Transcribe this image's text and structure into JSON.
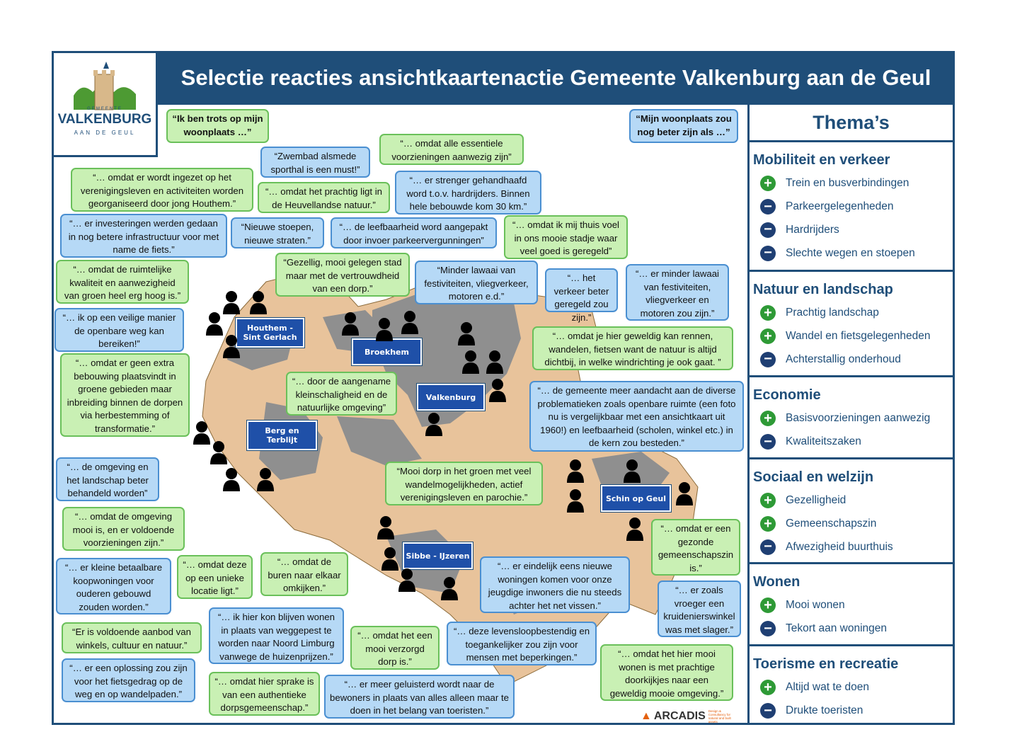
{
  "title": "Selectie reacties ansichtkaartenactie Gemeente Valkenburg aan de Geul",
  "logo": {
    "small": "GEMEENTE",
    "main": "VALKENBURG",
    "sub": "AAN DE GEUL"
  },
  "header_bubbles": {
    "left": "“Ik ben trots op mijn woonplaats …”",
    "right": "“Mijn woonplaats zou nog beter zijn als …”"
  },
  "towns": [
    "Houthem - Sint Gerlach",
    "Broekhem",
    "Valkenburg",
    "Berg en Terblijt",
    "Schin op Geul",
    "Sibbe - IJzeren"
  ],
  "quotes": [
    "“… omdat er wordt ingezet op het verenigingsleven en activiteiten worden georganiseerd door jong Houthem.”",
    "“… er investeringen werden gedaan in nog betere infrastructuur voor met name de fiets.”",
    "“Zwembad alsmede sporthal is een must!”",
    "“… omdat alle essentiele voorzieningen aanwezig zijn”",
    "“… omdat het prachtig ligt in de Heuvellandse natuur.”",
    "“… er strenger gehandhaafd word t.o.v. hardrijders. Binnen hele bebouwde kom 30 km.”",
    "“Nieuwe stoepen, nieuwe straten.”",
    "“… de leefbaarheid word aangepakt door invoer parkeervergunningen”",
    "“… omdat ik mij thuis voel in ons mooie stadje waar veel goed is geregeld”",
    "“… omdat de ruimtelijke kwaliteit en aanwezigheid van groen heel erg hoog is.”",
    "“Gezellig, mooi gelegen stad maar met de vertrouwdheid van een dorp.”",
    "“Minder lawaai van festiviteiten, vliegverkeer, motoren e.d.”",
    "“… het verkeer beter geregeld zou zijn.”",
    "“… er minder lawaai van festiviteiten, vliegverkeer en motoren zou zijn.”",
    "“… ik op een veilige manier de openbare weg kan bereiken!”",
    "“… omdat je hier geweldig kan rennen, wandelen, fietsen want de natuur is altijd dichtbij, in welke windrichting je ook gaat. ”",
    "“… omdat er geen extra bebouwing plaatsvindt in groene gebieden maar inbreiding binnen de dorpen via herbestemming of transformatie.”",
    "“… door de aangename kleinschaligheid en de natuurlijke omgeving”",
    "“… de gemeente meer aandacht aan de diverse problematieken zoals openbare ruimte (een foto nu is vergelijkbaar met een ansichtkaart uit 1960!) en leefbaarheid (scholen, winkel etc.) in de kern zou besteden.”",
    "“… de omgeving en het landschap beter behandeld worden”",
    "“Mooi dorp in het groen met veel wandelmogelijkheden, actief verenigingsleven en parochie.”",
    "“… omdat de omgeving mooi is, en er voldoende voorzieningen zijn.”",
    "“… omdat er een gezonde gemeenschapszin is.”",
    "“… er kleine betaalbare koopwoningen voor ouderen gebouwd zouden worden.”",
    "“… omdat deze op een unieke locatie ligt.”",
    "“… omdat de buren naar elkaar omkijken.”",
    "“… er eindelijk eens nieuwe woningen komen voor onze jeugdige inwoners die nu steeds achter het net vissen.”",
    "“… er zoals vroeger een kruideniers­winkel was met slager.”",
    "“Er is voldoende aanbod van winkels, cultuur en natuur.”",
    "“… ik hier kon blijven wonen in plaats van weggepest te worden naar Noord Limburg vanwege de huizenprijzen.”",
    "“… omdat het een mooi verzorgd dorp is.”",
    "“… deze levensloopbestendig en toegankelijker zou zijn voor mensen met beperkingen.”",
    "“… omdat het hier mooi wonen is met prachtige doorkijkjes naar een geweldig mooie omgeving.”",
    "“… er een oplossing zou zijn voor het fietsgedrag op de weg en op wandelpaden.”",
    "“… omdat hier sprake is van een authentieke dorpsgemeenschap.”",
    "“… er meer geluisterd wordt naar de bewoners in plaats van alles alleen maar te doen in het belang van toeristen.”"
  ],
  "themes": {
    "header": "Thema’s",
    "sections": [
      {
        "title": "Mobiliteit en verkeer",
        "items": [
          {
            "label": "Trein en busverbindingen",
            "sign": "plus"
          },
          {
            "label": "Parkeergelegenheden",
            "sign": "minus"
          },
          {
            "label": "Hardrijders",
            "sign": "minus"
          },
          {
            "label": "Slechte wegen en stoepen",
            "sign": "minus"
          }
        ]
      },
      {
        "title": "Natuur en landschap",
        "items": [
          {
            "label": "Prachtig landschap",
            "sign": "plus"
          },
          {
            "label": "Wandel en fietsgelegenheden",
            "sign": "plus"
          },
          {
            "label": "Achterstallig onderhoud",
            "sign": "minus"
          }
        ]
      },
      {
        "title": "Economie",
        "items": [
          {
            "label": "Basisvoorzieningen aanwezig",
            "sign": "plus"
          },
          {
            "label": "Kwaliteitszaken",
            "sign": "minus"
          }
        ]
      },
      {
        "title": "Sociaal en welzijn",
        "items": [
          {
            "label": "Gezelligheid",
            "sign": "plus"
          },
          {
            "label": "Gemeenschapszin",
            "sign": "plus"
          },
          {
            "label": "Afwezigheid buurthuis",
            "sign": "minus"
          }
        ]
      },
      {
        "title": "Wonen",
        "items": [
          {
            "label": "Mooi wonen",
            "sign": "plus"
          },
          {
            "label": "Tekort aan woningen",
            "sign": "minus"
          }
        ]
      },
      {
        "title": "Toerisme en recreatie",
        "items": [
          {
            "label": "Altijd wat te doen",
            "sign": "plus"
          },
          {
            "label": "Drukte toeristen",
            "sign": "minus"
          }
        ]
      }
    ]
  },
  "footer": {
    "brand": "ARCADIS",
    "tagline": "Design & Consultancy for natural and built assets"
  },
  "colors": {
    "navy": "#1f4e79",
    "green_bubble": "#c9f0b4",
    "blue_bubble": "#b6d9f6",
    "land": "#e8c39b",
    "built": "#8f8f8f"
  }
}
